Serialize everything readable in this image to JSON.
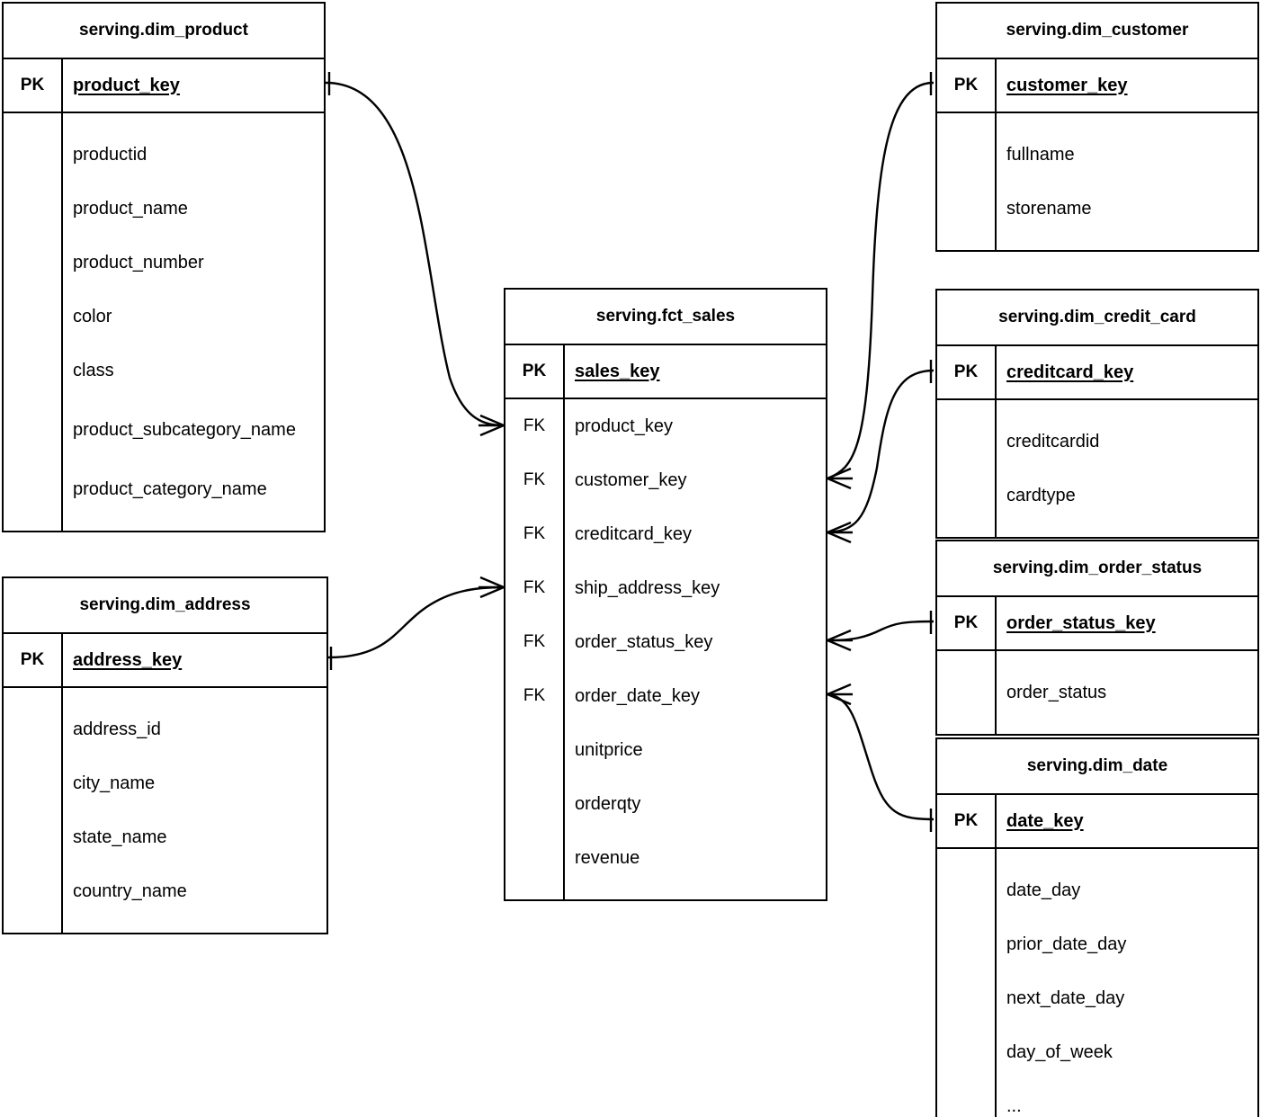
{
  "diagram": {
    "type": "entity-relationship",
    "notation": "crows-foot",
    "background_color": "#ffffff",
    "line_color": "#000000",
    "entity_count": 7,
    "relationship_count": 6
  },
  "entities": [
    {
      "id": "dim_product",
      "title": "serving.dim_product",
      "rows": [
        {
          "key": "PK",
          "field": "product_key",
          "is_pk": true
        },
        {
          "key": "",
          "field": "productid",
          "is_pk": false
        },
        {
          "key": "",
          "field": "product_name",
          "is_pk": false
        },
        {
          "key": "",
          "field": "product_number",
          "is_pk": false
        },
        {
          "key": "",
          "field": "color",
          "is_pk": false
        },
        {
          "key": "",
          "field": "class",
          "is_pk": false
        },
        {
          "key": "",
          "field": "product_subcategory_name",
          "is_pk": false
        },
        {
          "key": "",
          "field": "product_category_name",
          "is_pk": false
        }
      ]
    },
    {
      "id": "dim_address",
      "title": "serving.dim_address",
      "rows": [
        {
          "key": "PK",
          "field": "address_key",
          "is_pk": true
        },
        {
          "key": "",
          "field": "address_id",
          "is_pk": false
        },
        {
          "key": "",
          "field": "city_name",
          "is_pk": false
        },
        {
          "key": "",
          "field": "state_name",
          "is_pk": false
        },
        {
          "key": "",
          "field": "country_name",
          "is_pk": false
        }
      ]
    },
    {
      "id": "fct_sales",
      "title": "serving.fct_sales",
      "rows": [
        {
          "key": "PK",
          "field": "sales_key",
          "is_pk": true
        },
        {
          "key": "FK",
          "field": "product_key",
          "is_pk": false
        },
        {
          "key": "FK",
          "field": "customer_key",
          "is_pk": false
        },
        {
          "key": "FK",
          "field": "creditcard_key",
          "is_pk": false
        },
        {
          "key": "FK",
          "field": "ship_address_key",
          "is_pk": false
        },
        {
          "key": "FK",
          "field": "order_status_key",
          "is_pk": false
        },
        {
          "key": "FK",
          "field": "order_date_key",
          "is_pk": false
        },
        {
          "key": "",
          "field": "unitprice",
          "is_pk": false
        },
        {
          "key": "",
          "field": "orderqty",
          "is_pk": false
        },
        {
          "key": "",
          "field": "revenue",
          "is_pk": false
        }
      ]
    },
    {
      "id": "dim_customer",
      "title": "serving.dim_customer",
      "rows": [
        {
          "key": "PK",
          "field": "customer_key",
          "is_pk": true
        },
        {
          "key": "",
          "field": "fullname",
          "is_pk": false
        },
        {
          "key": "",
          "field": "storename",
          "is_pk": false
        }
      ]
    },
    {
      "id": "dim_credit_card",
      "title": "serving.dim_credit_card",
      "rows": [
        {
          "key": "PK",
          "field": "creditcard_key",
          "is_pk": true
        },
        {
          "key": "",
          "field": "creditcardid",
          "is_pk": false
        },
        {
          "key": "",
          "field": "cardtype",
          "is_pk": false
        }
      ]
    },
    {
      "id": "dim_order_status",
      "title": "serving.dim_order_status",
      "rows": [
        {
          "key": "PK",
          "field": "order_status_key",
          "is_pk": true
        },
        {
          "key": "",
          "field": "order_status",
          "is_pk": false
        }
      ]
    },
    {
      "id": "dim_date",
      "title": "serving.dim_date",
      "rows": [
        {
          "key": "PK",
          "field": "date_key",
          "is_pk": true
        },
        {
          "key": "",
          "field": "date_day",
          "is_pk": false
        },
        {
          "key": "",
          "field": "prior_date_day",
          "is_pk": false
        },
        {
          "key": "",
          "field": "next_date_day",
          "is_pk": false
        },
        {
          "key": "",
          "field": "day_of_week",
          "is_pk": false
        },
        {
          "key": "",
          "field": "...",
          "is_pk": false
        }
      ]
    }
  ],
  "relationships": [
    {
      "from": "dim_product.product_key",
      "to": "fct_sales.product_key",
      "from_cardinality": "one",
      "to_cardinality": "many"
    },
    {
      "from": "dim_address.address_key",
      "to": "fct_sales.ship_address_key",
      "from_cardinality": "one",
      "to_cardinality": "many"
    },
    {
      "from": "dim_customer.customer_key",
      "to": "fct_sales.customer_key",
      "from_cardinality": "one",
      "to_cardinality": "many"
    },
    {
      "from": "dim_credit_card.creditcard_key",
      "to": "fct_sales.creditcard_key",
      "from_cardinality": "one",
      "to_cardinality": "many"
    },
    {
      "from": "dim_order_status.order_status_key",
      "to": "fct_sales.order_status_key",
      "from_cardinality": "one",
      "to_cardinality": "many"
    },
    {
      "from": "dim_date.date_key",
      "to": "fct_sales.order_date_key",
      "from_cardinality": "one",
      "to_cardinality": "many"
    }
  ]
}
